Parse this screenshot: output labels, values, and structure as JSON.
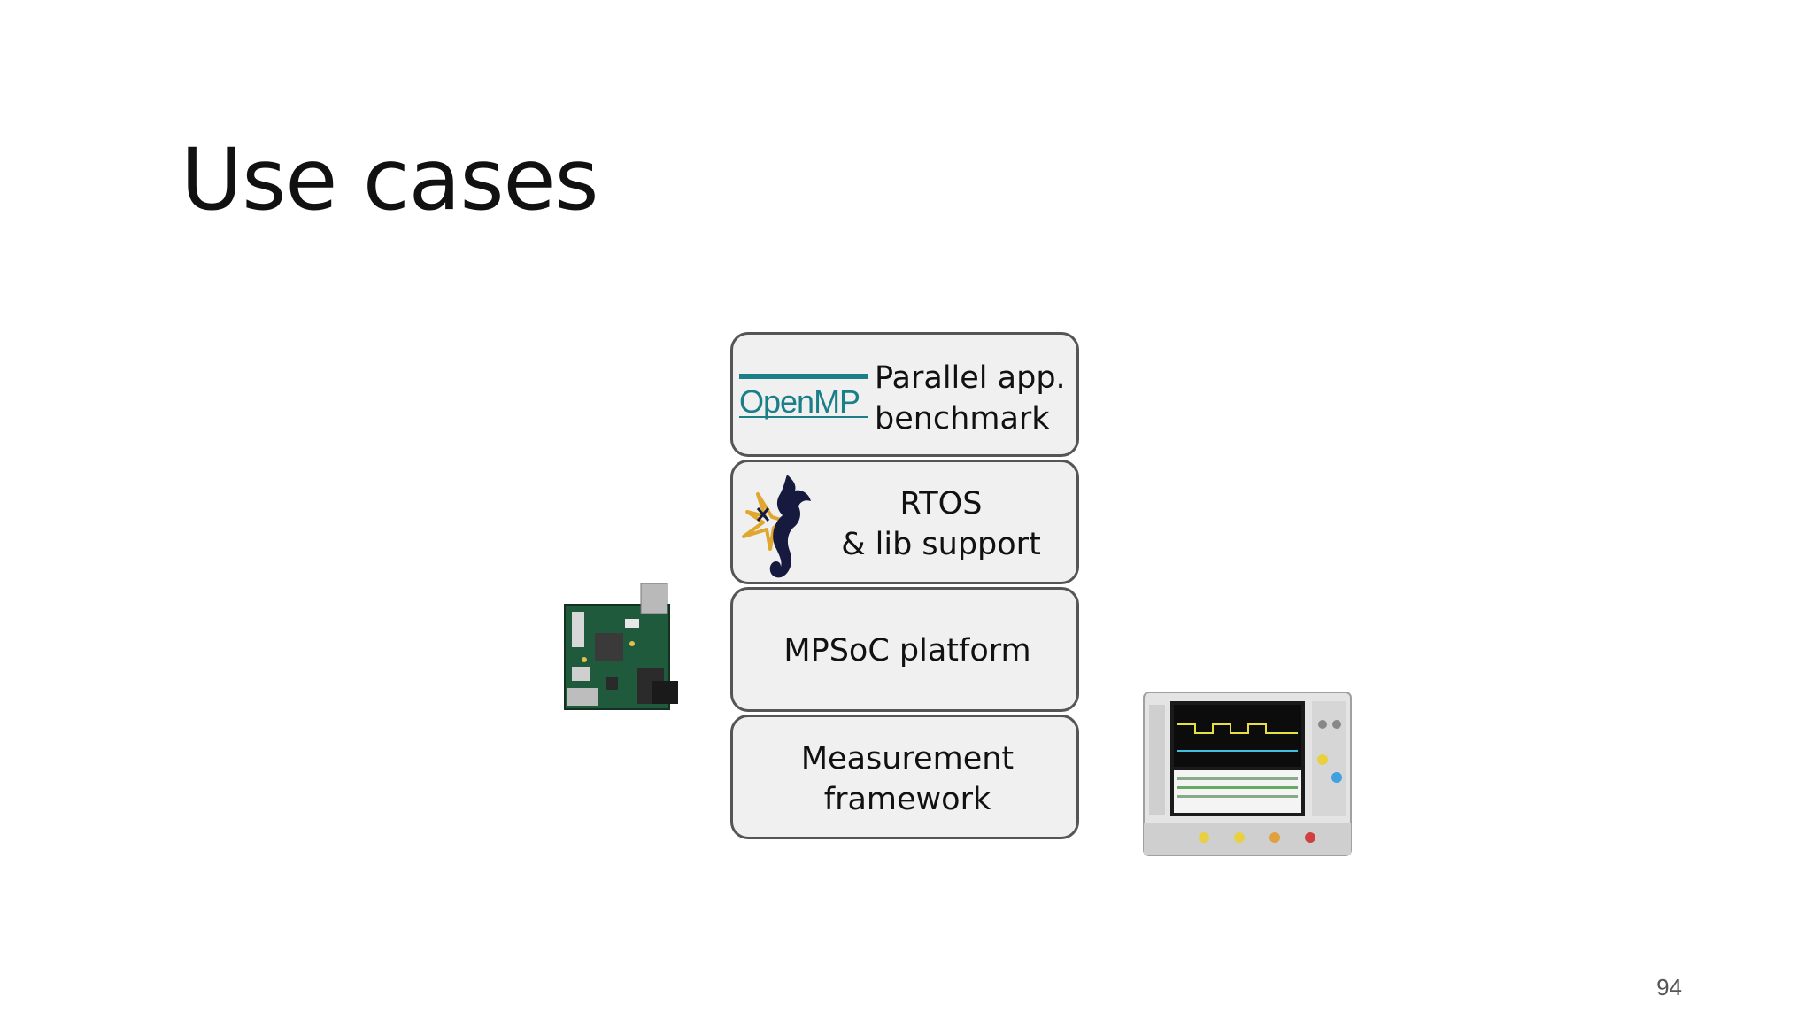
{
  "slide": {
    "title": "Use cases",
    "page_number": "94"
  },
  "stack": {
    "layers": [
      {
        "label": "Parallel app.\nbenchmark",
        "logo_text": "OpenMP",
        "icon": "openmp-logo"
      },
      {
        "label": "RTOS\n& lib support",
        "icon": "seahorse-logo"
      },
      {
        "label": "MPSoC platform"
      },
      {
        "label": "Measurement\nframework"
      }
    ]
  },
  "images": {
    "left": "fpga-board-photo",
    "right": "oscilloscope-photo"
  },
  "colors": {
    "layer_fill": "#f0f0f1",
    "layer_border": "#555555",
    "openmp_teal": "#1b7f87",
    "seahorse_navy": "#161a3e",
    "seahorse_gold": "#e0a72e"
  }
}
